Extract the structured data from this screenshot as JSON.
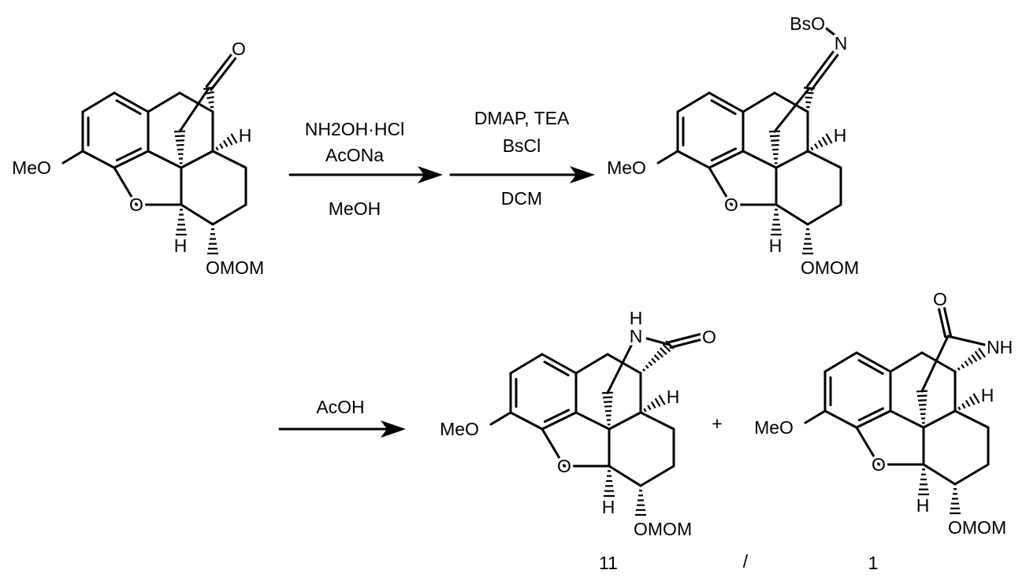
{
  "scheme": {
    "step1": {
      "reagents": [
        "NH2OH·HCl",
        "AcONa"
      ],
      "solvent": "MeOH"
    },
    "step2": {
      "reagents": [
        "DMAP, TEA",
        "BsCl"
      ],
      "solvent": "DCM"
    },
    "step3": {
      "reagents": [
        "AcOH"
      ]
    },
    "plus": "+",
    "ratio": {
      "left": "11",
      "separator": "/",
      "right": "1"
    }
  },
  "molecules": [
    {
      "name": "ketone",
      "labels": {
        "methoxy": "MeO",
        "furan_o": "O",
        "h1": "H",
        "h2": "H",
        "omom": "OMOM",
        "carbonyl_o": "O"
      }
    },
    {
      "name": "oxime-brosylate",
      "labels": {
        "methoxy": "MeO",
        "furan_o": "O",
        "h1": "H",
        "h2": "H",
        "omom": "OMOM",
        "n": "N",
        "bso": "BsO"
      }
    },
    {
      "name": "lactam-11",
      "labels": {
        "methoxy": "MeO",
        "furan_o": "O",
        "h1": "H",
        "h2": "H",
        "omom": "OMOM",
        "n": "N",
        "nh_h": "H",
        "carbonyl_o": "O"
      }
    },
    {
      "name": "lactam-1",
      "labels": {
        "methoxy": "MeO",
        "furan_o": "O",
        "h1": "H",
        "h2": "H",
        "omom": "OMOM",
        "nh": "NH",
        "carbonyl_o": "O"
      }
    }
  ]
}
